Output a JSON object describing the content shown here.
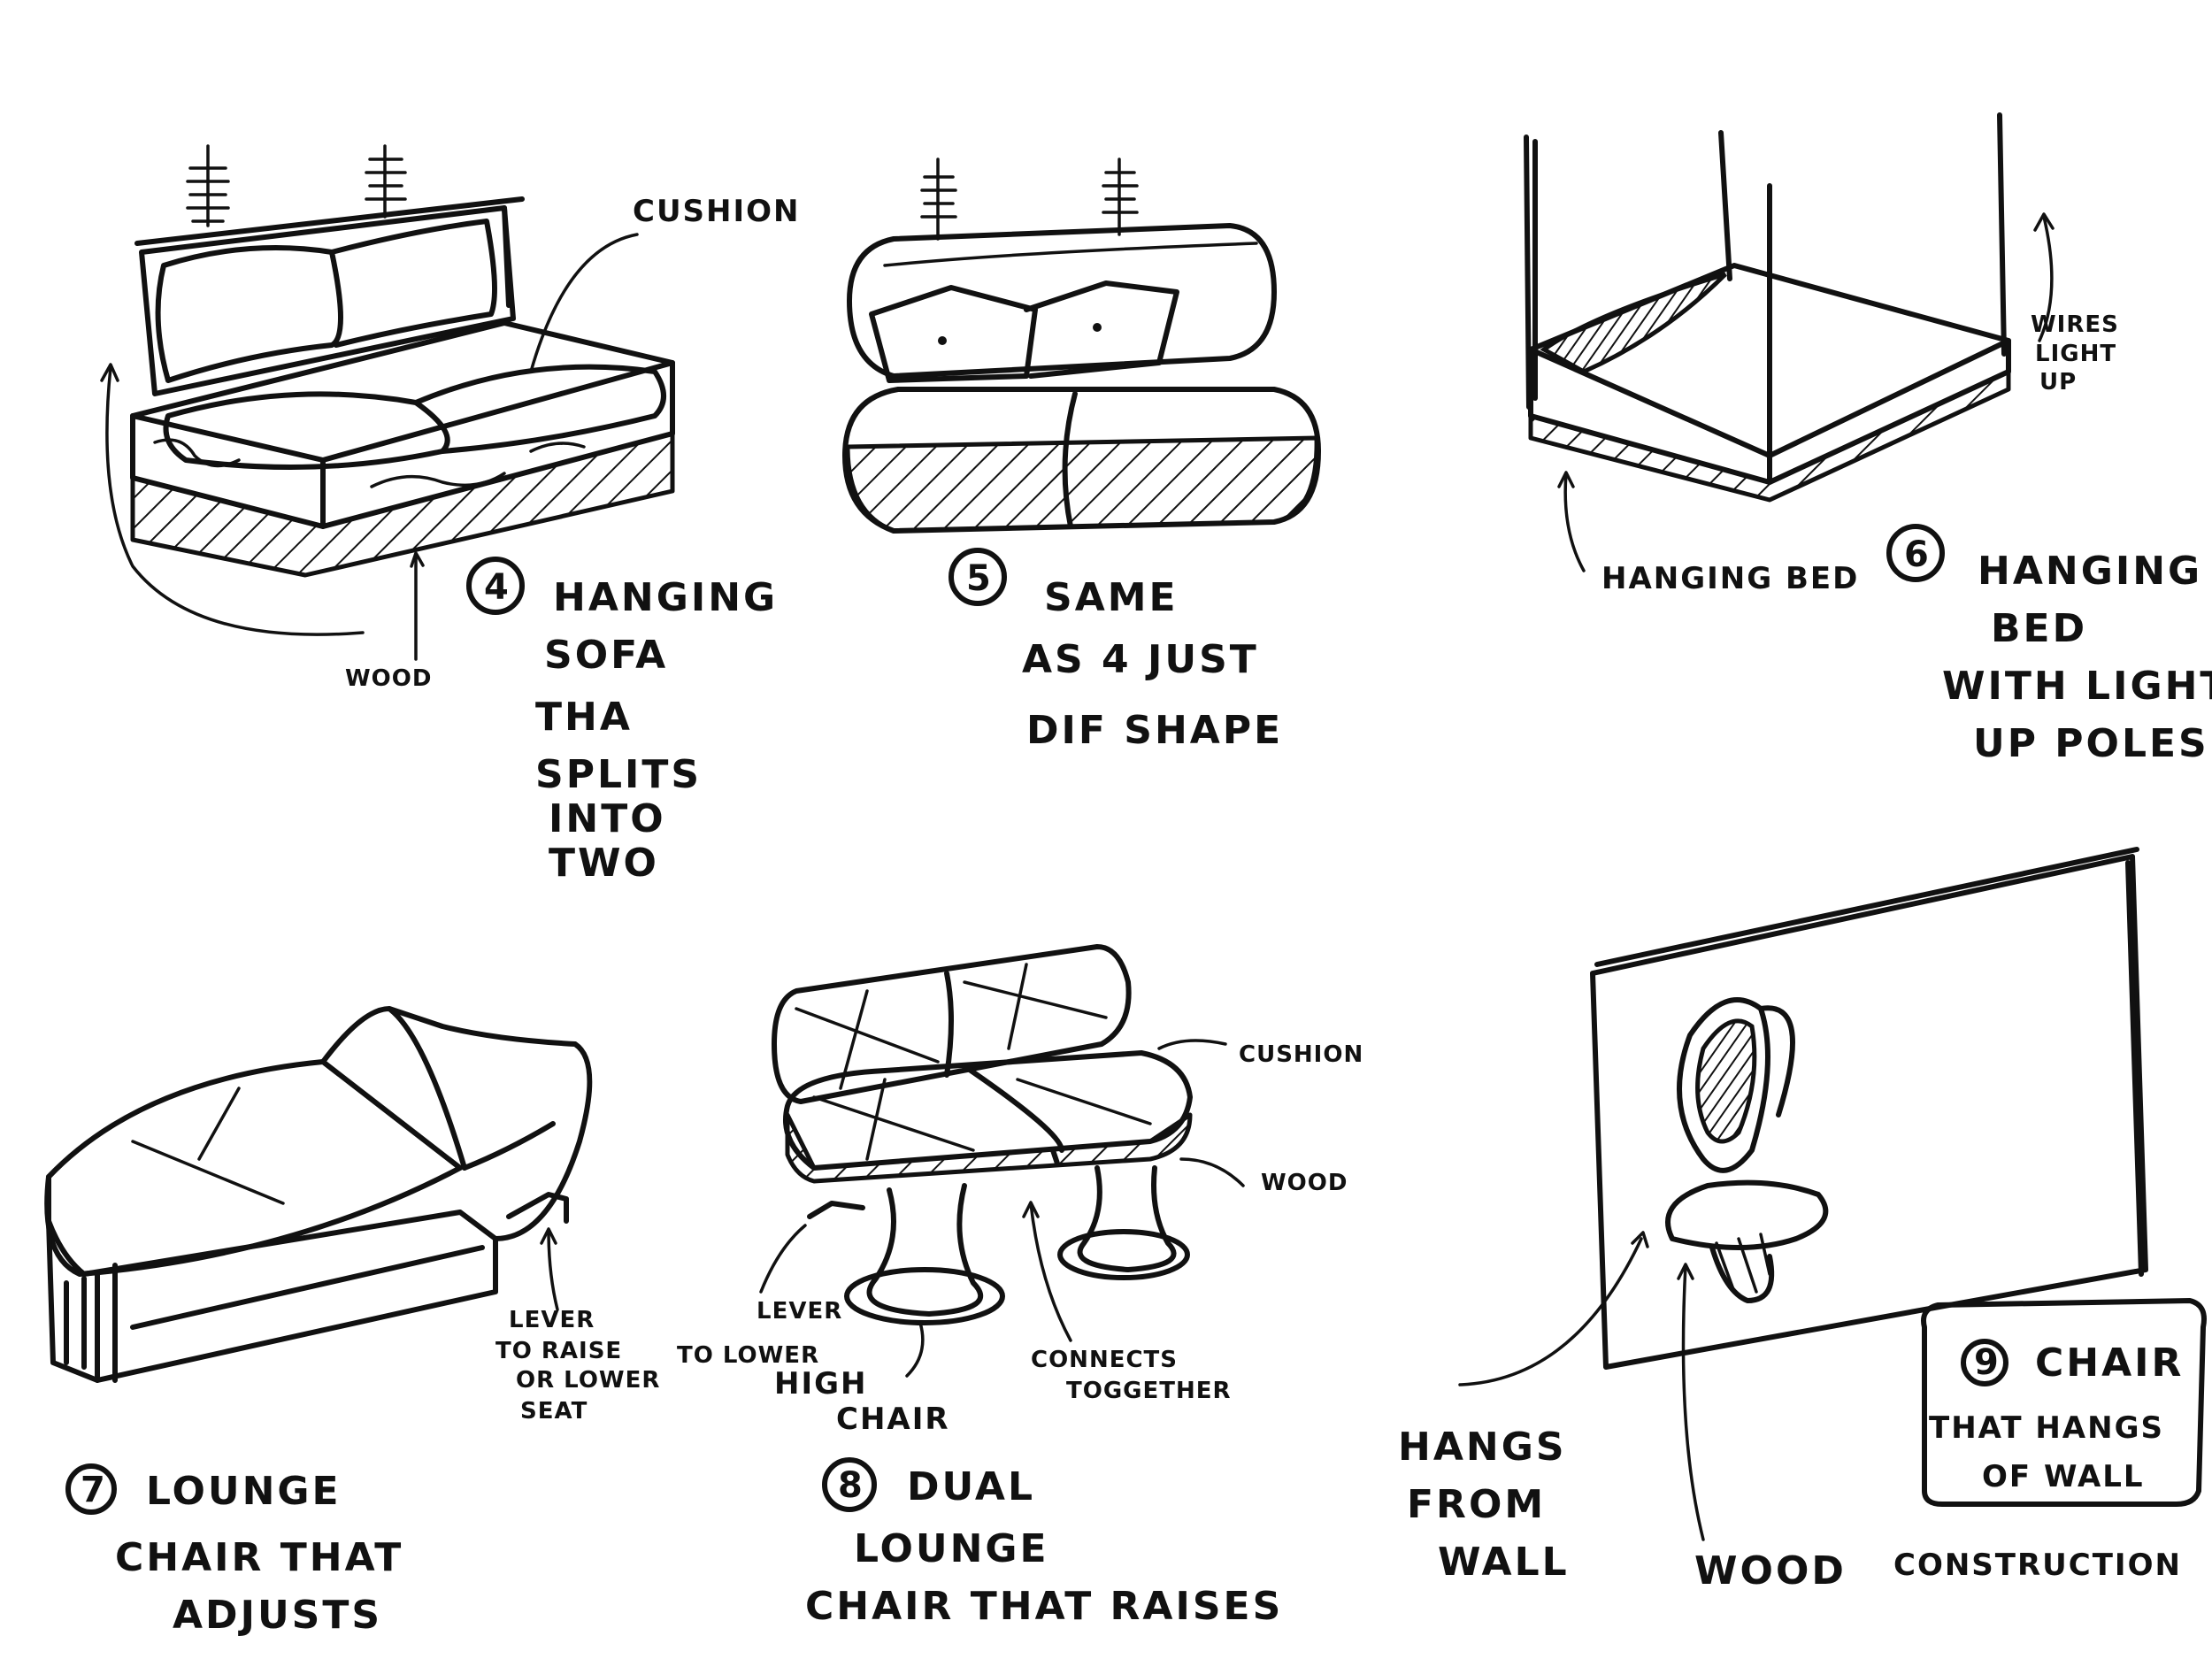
{
  "labels": {
    "s4_cushion": "CUSHION",
    "s4_wood": "WOOD",
    "s4_num": "4",
    "s4_l1": "HANGING",
    "s4_l2": "SOFA",
    "s4_l3": "THA",
    "s4_l4": "SPLITS",
    "s4_l5": "INTO",
    "s4_l6": "TWO",
    "s5_num": "5",
    "s5_l1": "SAME",
    "s5_l2": "AS 4 JUST",
    "s5_l3": "DIF SHAPE",
    "s6_wires1": "WIRES",
    "s6_wires2": "LIGHT",
    "s6_wires3": "UP",
    "s6_hanging_bed": "HANGING BED",
    "s6_num": "6",
    "s6_l1": "HANGING",
    "s6_l2": "BED",
    "s6_l3": "WITH LIGHT",
    "s6_l4": "UP POLES",
    "s7_lever1": "LEVER",
    "s7_lever2": "TO RAISE",
    "s7_lever3": "OR LOWER",
    "s7_lever4": "SEAT",
    "s7_num": "7",
    "s7_l1": "LOUNGE",
    "s7_l2": "CHAIR THAT",
    "s7_l3": "ADJUSTS",
    "s8_cushion": "CUSHION",
    "s8_wood": "WOOD",
    "s8_lever1": "LEVER",
    "s8_lever2": "TO LOWER",
    "s8_high1": "HIGH",
    "s8_high2": "CHAIR",
    "s8_conn1": "CONNECTS",
    "s8_conn2": "TOGGETHER",
    "s8_num": "8",
    "s8_l1": "DUAL",
    "s8_l2": "LOUNGE",
    "s8_l3": "CHAIR THAT RAISES",
    "s9_hangs1": "HANGS",
    "s9_hangs2": "FROM",
    "s9_hangs3": "WALL",
    "s9_wood": "WOOD",
    "s9_num": "9",
    "s9_l1": "CHAIR",
    "s9_l2": "THAT HANGS",
    "s9_l3": "OF WALL",
    "s9_construction": "CONSTRUCTION"
  }
}
